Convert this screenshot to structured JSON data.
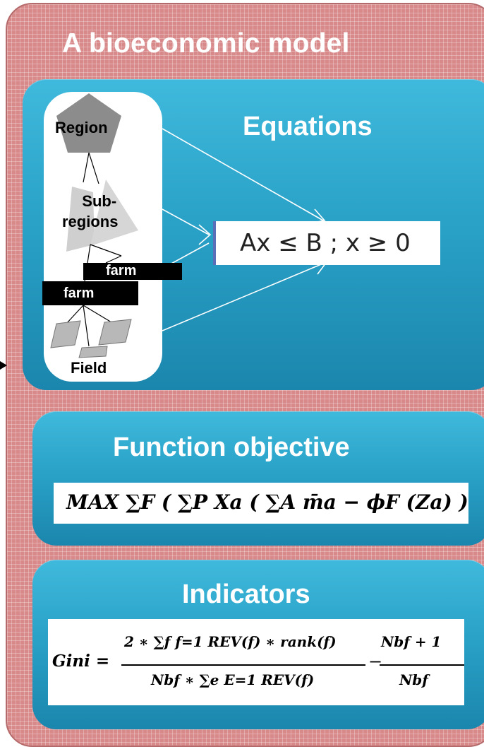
{
  "title": "A bioeconomic model",
  "equations": {
    "title": "Equations",
    "equation": "Ax ≤ B ; x ≥ 0"
  },
  "hierarchy": {
    "region": "Region",
    "subregions_line1": "Sub-",
    "subregions_line2": "regions",
    "farm_upper": "farm",
    "farm_lower": "farm",
    "field": "Field"
  },
  "objective": {
    "title": "Function objective",
    "formula": "MAX ∑F ( ∑P Xa ( ∑A m̄a − ϕF (Za) )"
  },
  "indicators": {
    "title": "Indicators",
    "gini_lhs": "Gini =",
    "numerator": "2 ∗ ∑f f=1 REV(f) ∗ rank(f)",
    "denominator": "Nbf ∗ ∑e E=1 REV(f)",
    "numerator2": "Nbf + 1",
    "denominator2": "Nbf"
  },
  "colors": {
    "frame": "#d88a8a",
    "panel": "#2aa2c8"
  }
}
